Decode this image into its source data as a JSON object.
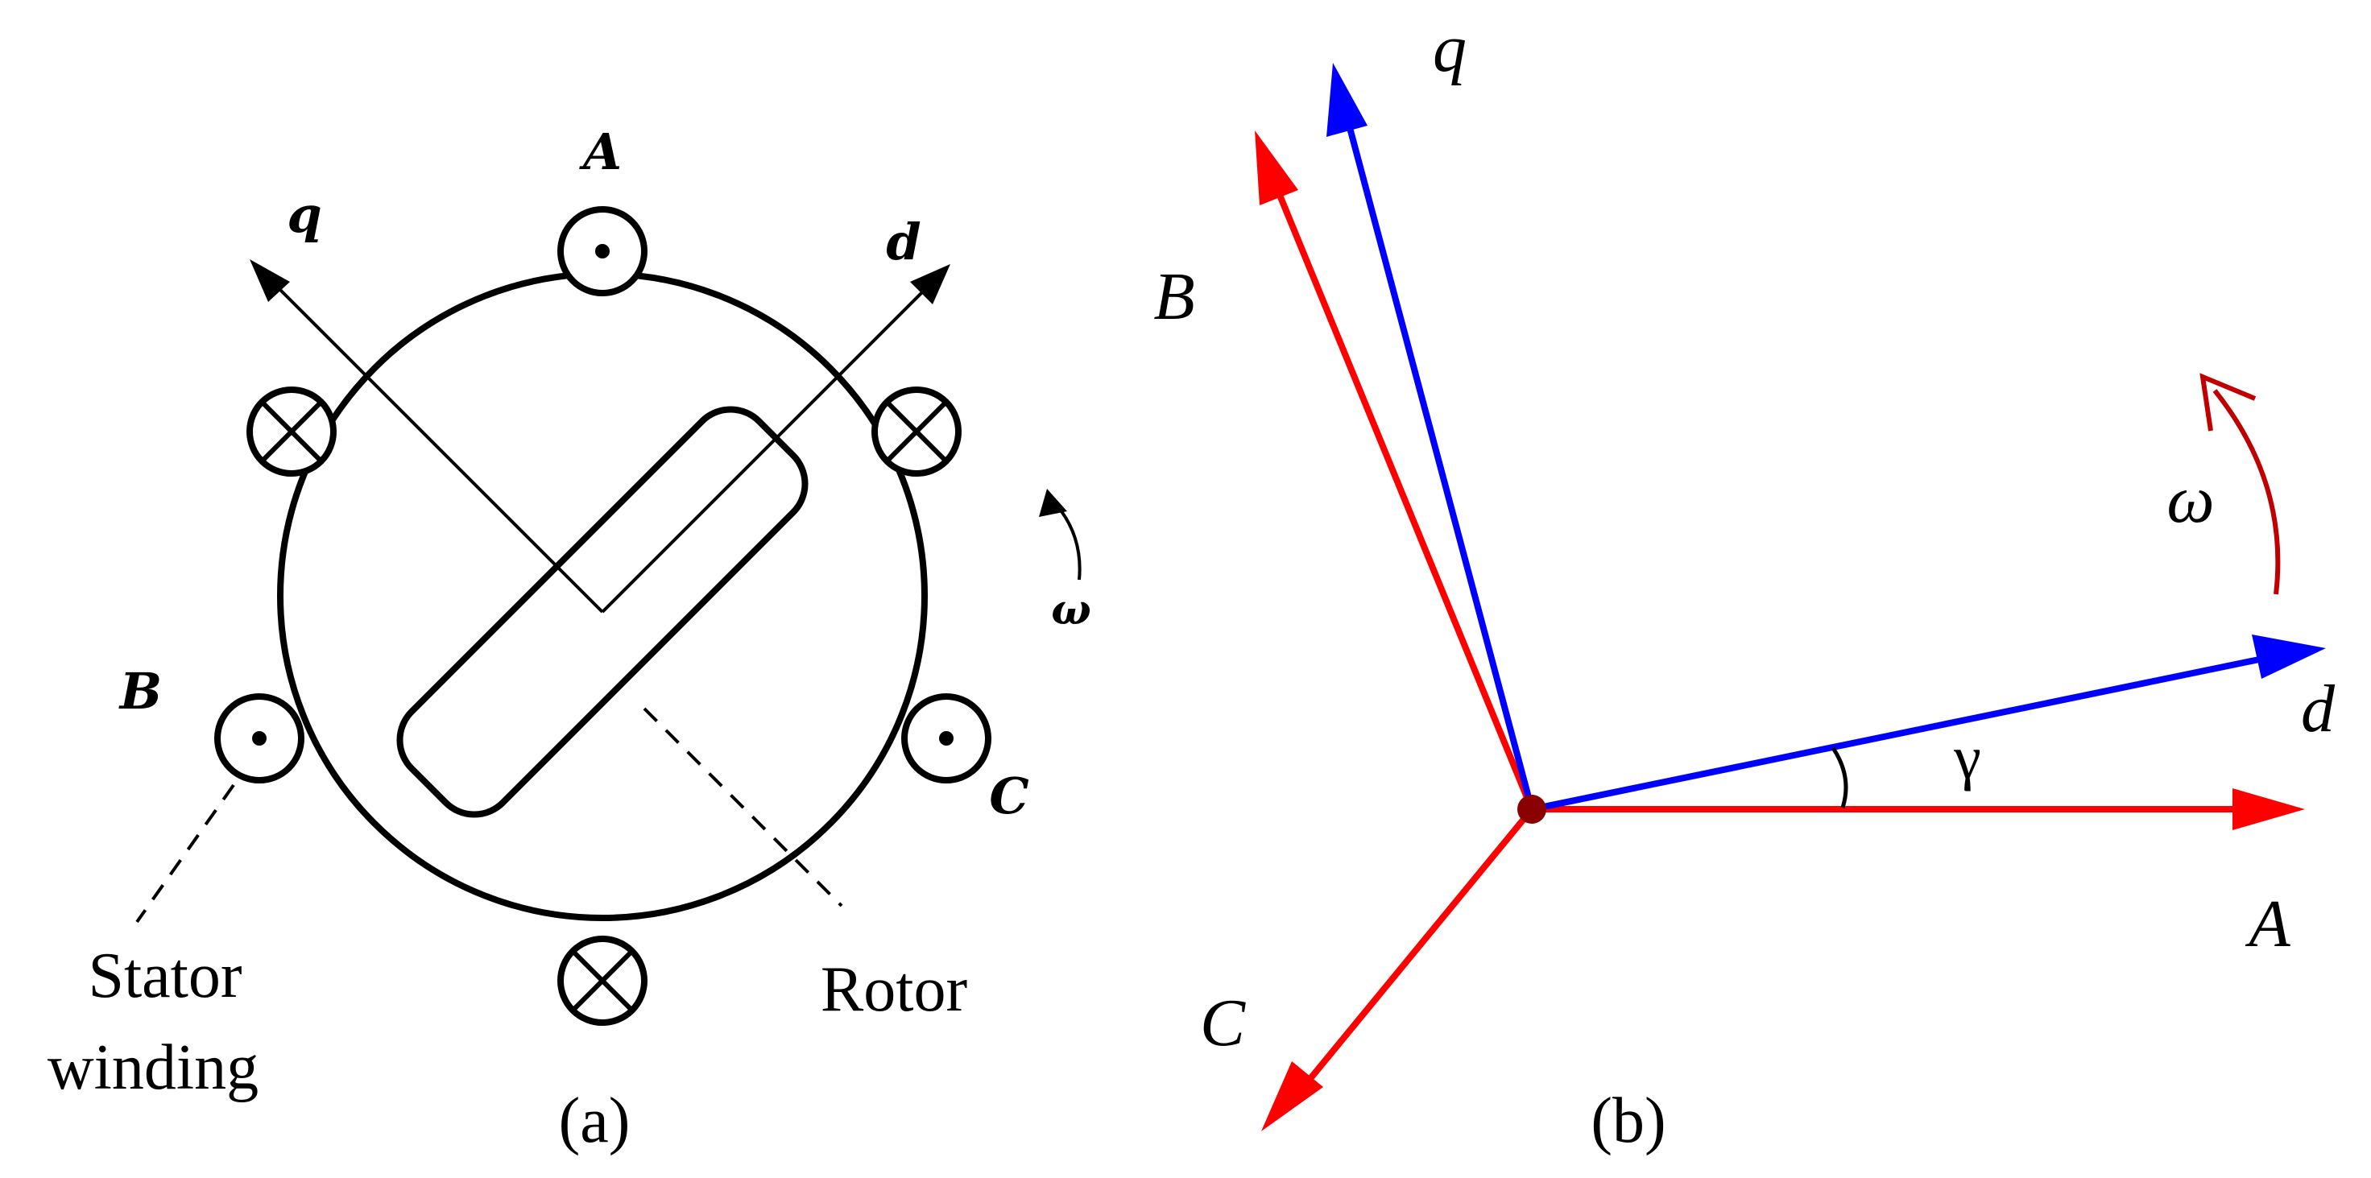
{
  "panel_a": {
    "caption": "(a)",
    "coil_labels": {
      "a": "A",
      "b": "B",
      "c": "C"
    },
    "axis_labels": {
      "q": "q",
      "d": "d"
    },
    "omega": "ω",
    "stator_label_line1": "Stator",
    "stator_label_line2": "winding",
    "rotor_label": "Rotor"
  },
  "panel_b": {
    "caption": "(b)",
    "axis_labels": {
      "a": "A",
      "b": "B",
      "c": "C",
      "d": "d",
      "q": "q"
    },
    "omega": "ω",
    "gamma": "γ"
  },
  "colors": {
    "stator_axes": "#ff0000",
    "rotor_axes": "#0000ff",
    "rotation_arrow": "#c00000",
    "origin_dot": "#8b0000",
    "ink": "#000000"
  }
}
